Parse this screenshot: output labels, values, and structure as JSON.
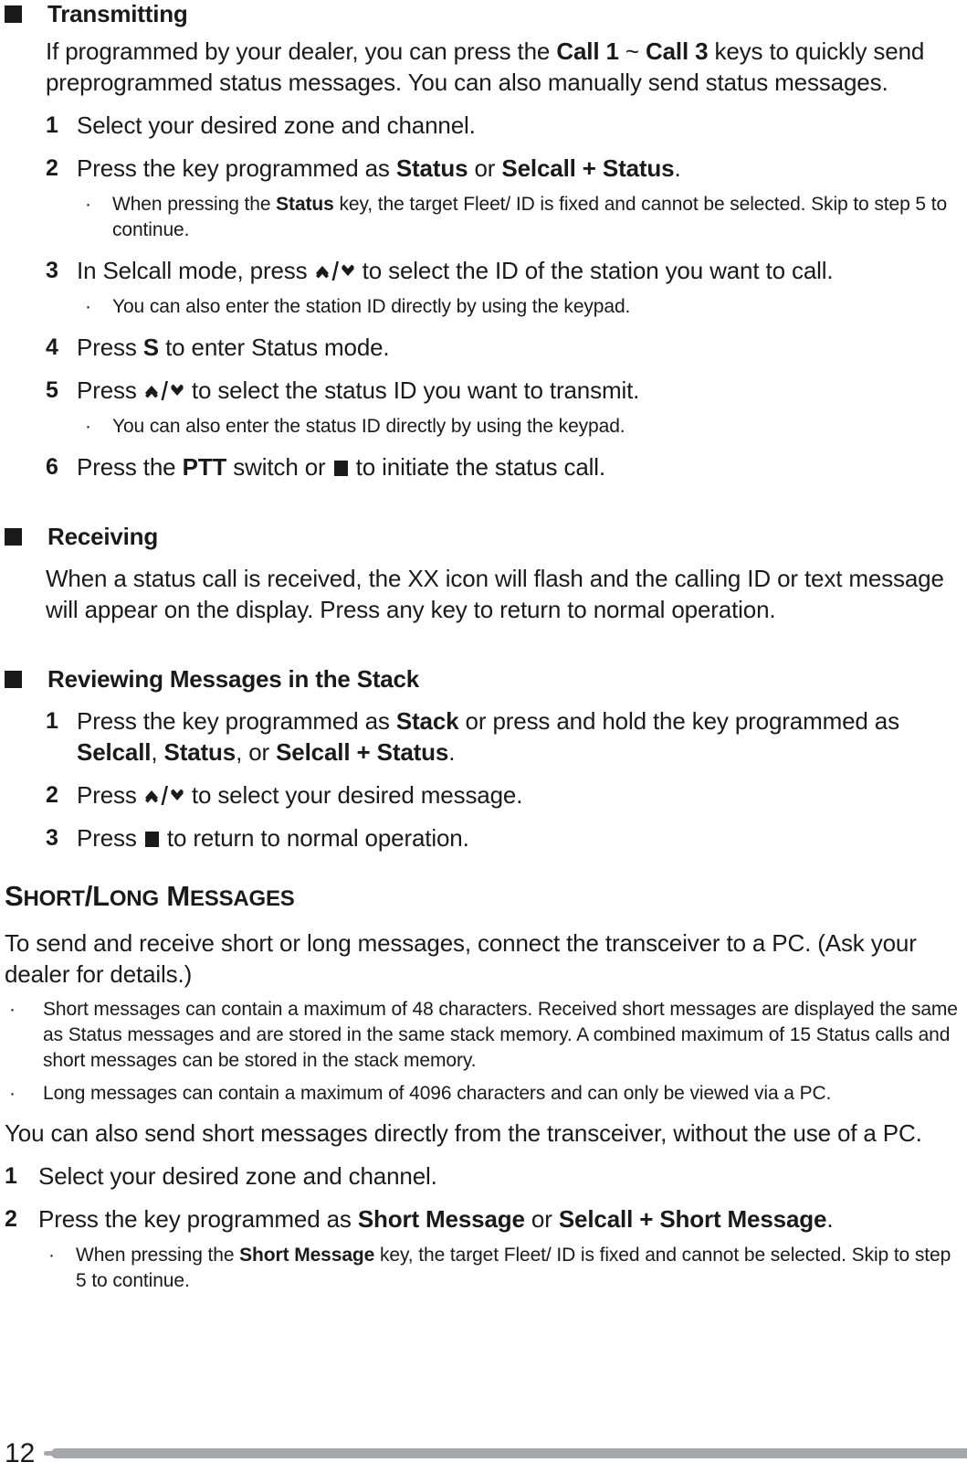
{
  "page": {
    "number": "12",
    "footer_bar_color": "#a6a8ab",
    "text_color": "#1a1a1a"
  },
  "glyphs": {
    "up_down_arrows": "up-down-chevron-keys",
    "black_square": "filled-square-key"
  },
  "sections": [
    {
      "id": "transmitting",
      "title": "Transmitting",
      "intro_parts": [
        "If programmed by your dealer, you can press the ",
        "Call 1",
        " ~ ",
        "Call 3",
        " keys to quickly send preprogrammed status messages.  You can also manually send status messages."
      ],
      "steps": [
        {
          "num": "1",
          "parts": [
            "Select your desired zone and channel."
          ]
        },
        {
          "num": "2",
          "parts": [
            "Press the key programmed as ",
            "Status",
            " or ",
            "Selcall + Status",
            "."
          ],
          "bullets": [
            [
              "When pressing the ",
              "Status",
              " key, the target Fleet/ ID is fixed and cannot be selected.  Skip to step 5 to continue."
            ]
          ]
        },
        {
          "num": "3",
          "parts": [
            "In Selcall mode, press ",
            "GLYPH_UPDOWN",
            " to select the ID of the station you want to call."
          ],
          "bullets": [
            [
              "You can also enter the station ID directly by using the keypad."
            ]
          ]
        },
        {
          "num": "4",
          "parts": [
            "Press ",
            "S",
            " to enter Status mode."
          ]
        },
        {
          "num": "5",
          "parts": [
            "Press ",
            "GLYPH_UPDOWN",
            " to select the status ID you want to transmit."
          ],
          "bullets": [
            [
              "You can also enter the status ID directly by using the keypad."
            ]
          ]
        },
        {
          "num": "6",
          "parts": [
            "Press the ",
            "PTT",
            " switch or ",
            "GLYPH_SQUARE",
            " to initiate the status call."
          ]
        }
      ]
    },
    {
      "id": "receiving",
      "title": "Receiving",
      "intro_parts": [
        "When a status call is received, the XX icon will flash and the calling ID or text message will appear on the display.  Press any key to return to normal operation."
      ]
    },
    {
      "id": "reviewing",
      "title": "Reviewing Messages in the Stack",
      "steps": [
        {
          "num": "1",
          "parts": [
            "Press the key programmed as ",
            "Stack",
            " or press and hold the key programmed as ",
            "Selcall",
            ", ",
            "Status",
            ", or ",
            "Selcall + Status",
            "."
          ]
        },
        {
          "num": "2",
          "parts": [
            "Press ",
            "GLYPH_UPDOWN",
            " to select your desired message."
          ]
        },
        {
          "num": "3",
          "parts": [
            "Press ",
            "GLYPH_SQUARE",
            " to return to normal operation."
          ]
        }
      ]
    }
  ],
  "chapter": {
    "heading": {
      "full": "SHORT/LONG MESSAGES",
      "runs": [
        {
          "text": "S",
          "style": "cap"
        },
        {
          "text": "HORT",
          "style": "sc"
        },
        {
          "text": "/L",
          "style": "cap"
        },
        {
          "text": "ONG",
          "style": "sc"
        },
        {
          "text": " M",
          "style": "cap"
        },
        {
          "text": "ESSAGES",
          "style": "sc"
        }
      ]
    },
    "intro": "To send and receive short or long messages, connect the transceiver to a PC.  (Ask your dealer for details.)",
    "bullets": [
      "Short messages can contain a maximum of 48 characters.  Received short messages are displayed the same as Status messages and are stored in the same stack memory.  A combined maximum of 15 Status calls and short messages can be stored in the stack memory.",
      "Long messages can contain a maximum of 4096 characters and can only be viewed via a PC."
    ],
    "body": "You can also send short messages directly from the transceiver, without the use of a PC.",
    "steps": [
      {
        "num": "1",
        "parts": [
          "Select your desired zone and channel."
        ]
      },
      {
        "num": "2",
        "parts": [
          "Press the key programmed as ",
          "Short Message",
          " or ",
          "Selcall + Short Message",
          "."
        ],
        "bullets": [
          [
            "When pressing the ",
            "Short Message",
            " key, the target Fleet/ ID is fixed and cannot be selected.  Skip to step 5 to continue."
          ]
        ]
      }
    ]
  },
  "bullet_char": "·"
}
